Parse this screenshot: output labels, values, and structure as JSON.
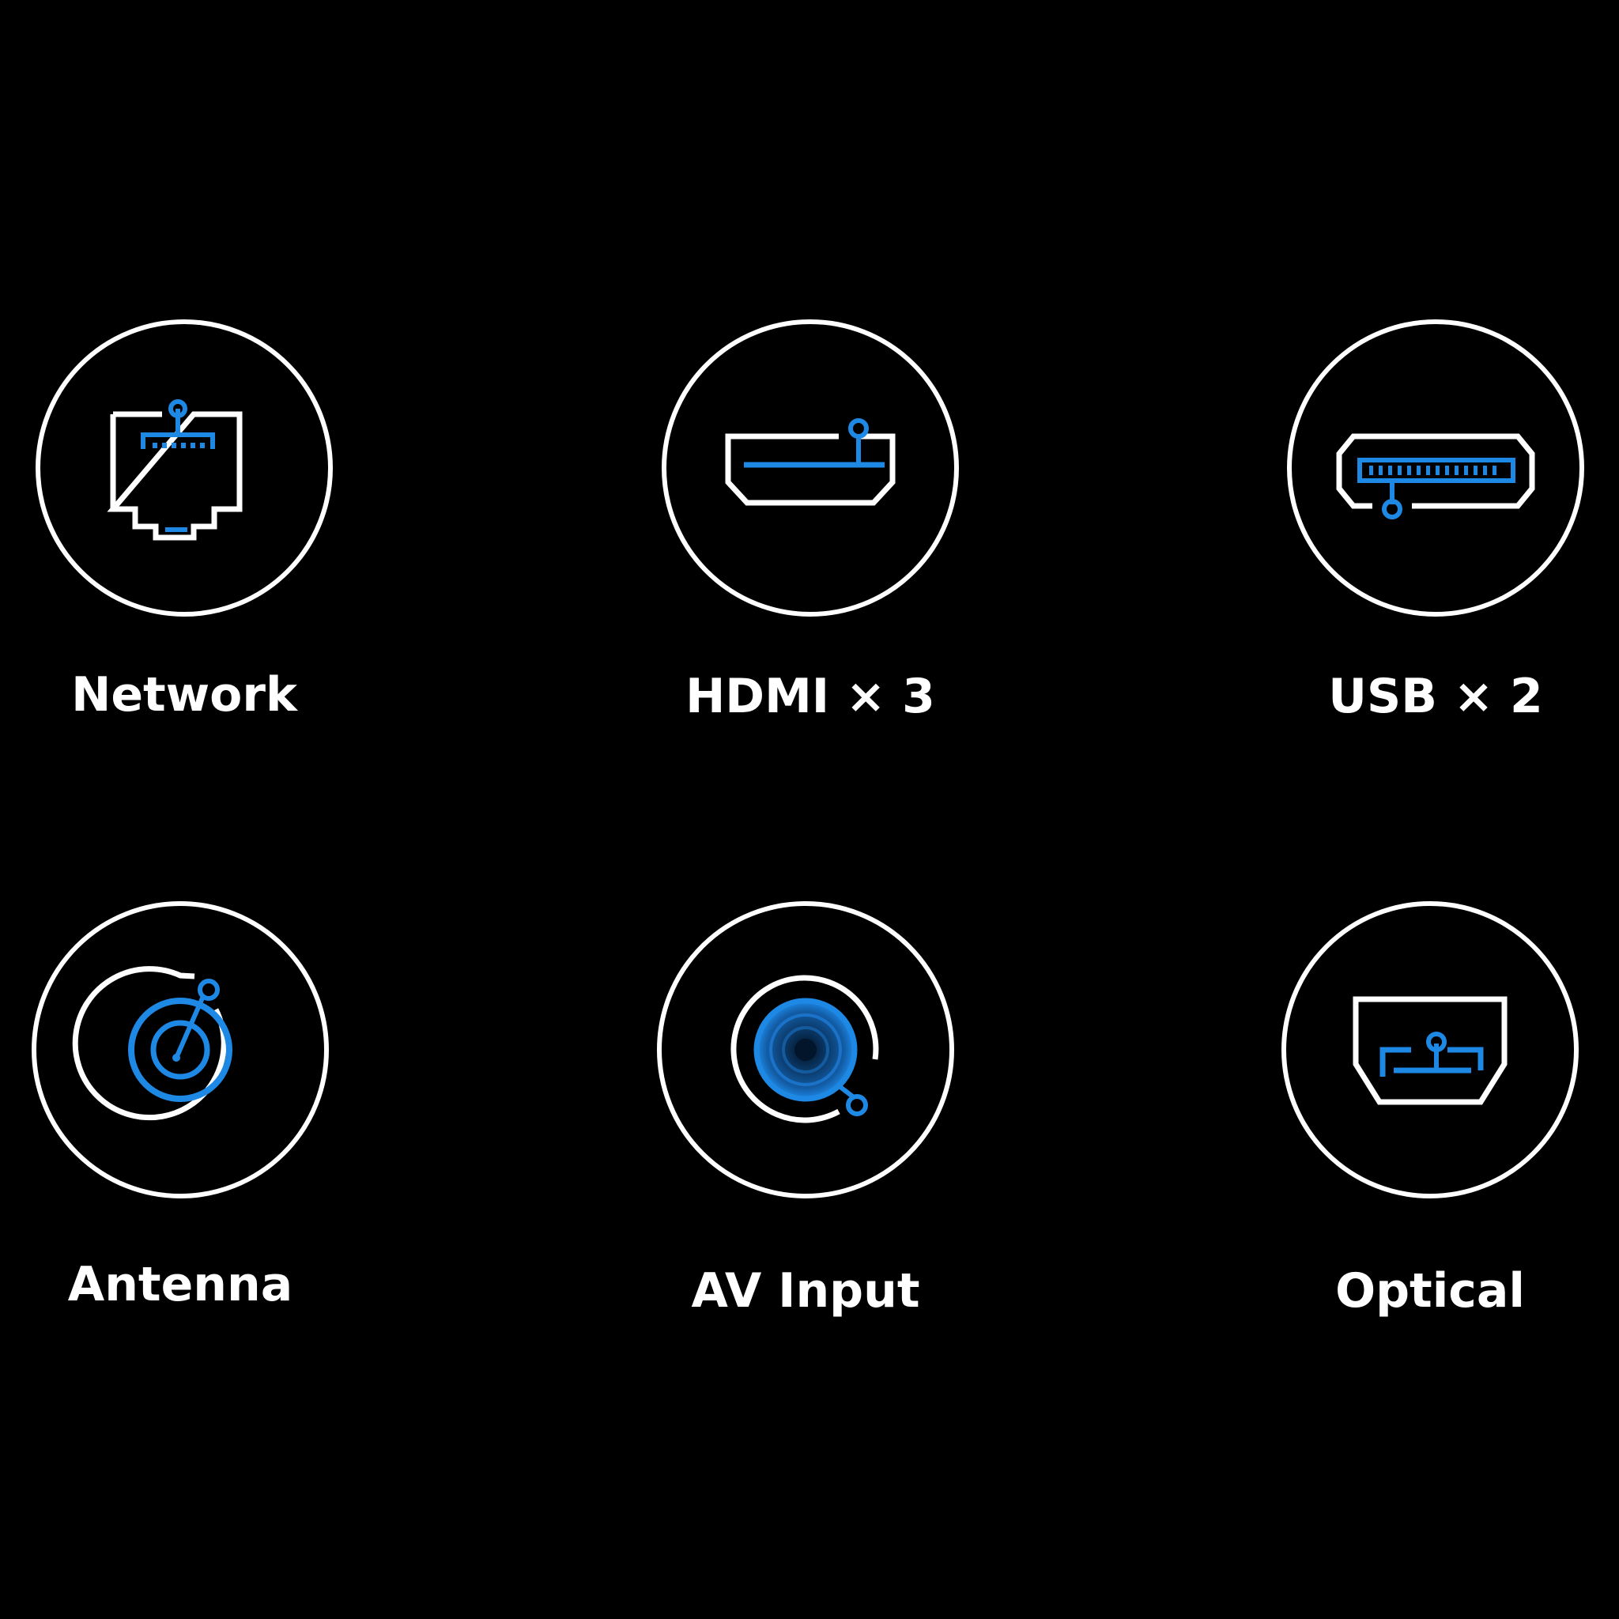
{
  "colors": {
    "background": "#000000",
    "ring": "#ffffff",
    "accent": "#1e88e5",
    "label": "#ffffff"
  },
  "ports": [
    {
      "label": "Network",
      "icon": "ethernet-port-icon"
    },
    {
      "label": "HDMI × 3",
      "icon": "hdmi-port-icon"
    },
    {
      "label": "USB × 2",
      "icon": "usb-port-icon"
    },
    {
      "label": "Antenna",
      "icon": "antenna-port-icon"
    },
    {
      "label": "AV Input",
      "icon": "av-input-port-icon"
    },
    {
      "label": "Optical",
      "icon": "optical-port-icon"
    }
  ]
}
